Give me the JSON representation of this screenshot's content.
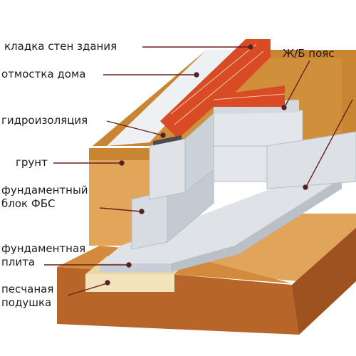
{
  "labels": {
    "masonry": "кладка стен здания",
    "blind_area": "отмостка дома",
    "waterproofing": "гидроизоляция",
    "soil": "грунт",
    "fbs_block_line1": "фундаментный",
    "fbs_block_line2": "блок ФБС",
    "slab_line1": "фундаментная",
    "slab_line2": "плита",
    "sand_line1": "песчаная",
    "sand_line2": "подушка",
    "rc_belt": "Ж/Б пояс"
  },
  "colors": {
    "soil_top": "#c9842f",
    "soil_front": "#b0611f",
    "soil_light": "#e9b86a",
    "concrete": "#dfe3e8",
    "concrete_dark": "#c3c9d0",
    "brick": "#d94b25",
    "brick_mortar": "#f2c7a8",
    "sand": "#f3e3bd",
    "leader_line": "#6b1f1f",
    "text": "#1c1c1c"
  }
}
